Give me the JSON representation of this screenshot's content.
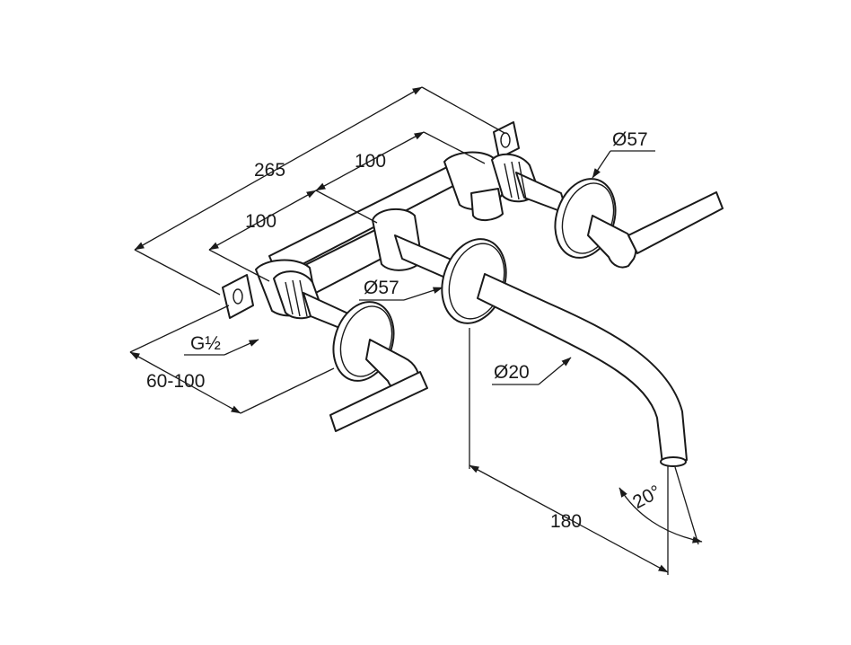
{
  "dimensions": {
    "overall_width": "265",
    "valve_spacing_upper": "100",
    "valve_spacing_lower": "100",
    "rosette_right_diameter": "Ø57",
    "rosette_center_diameter": "Ø57",
    "connection_thread": "G½",
    "wall_depth_range": "60-100",
    "spout_diameter": "Ø20",
    "spout_projection": "180",
    "spout_angle": "20°"
  }
}
